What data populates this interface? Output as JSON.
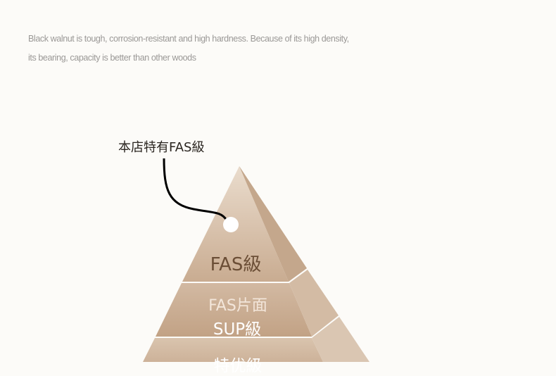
{
  "description": {
    "line1": "Black walnut is tough, corrosion-resistant and high hardness. Because of its high density,",
    "line2": "its bearing, capacity is better than other woods"
  },
  "callout": "本店特有FAS級",
  "tiers": [
    {
      "label": "FAS級"
    },
    {
      "label_line1": "FAS片面",
      "label_line2": "SUP級"
    },
    {
      "label": "特优級"
    }
  ],
  "colors": {
    "background": "#fcfbf8",
    "tier_text_dark": "#6b4e36",
    "tier_text_light": "#f3e6da"
  }
}
